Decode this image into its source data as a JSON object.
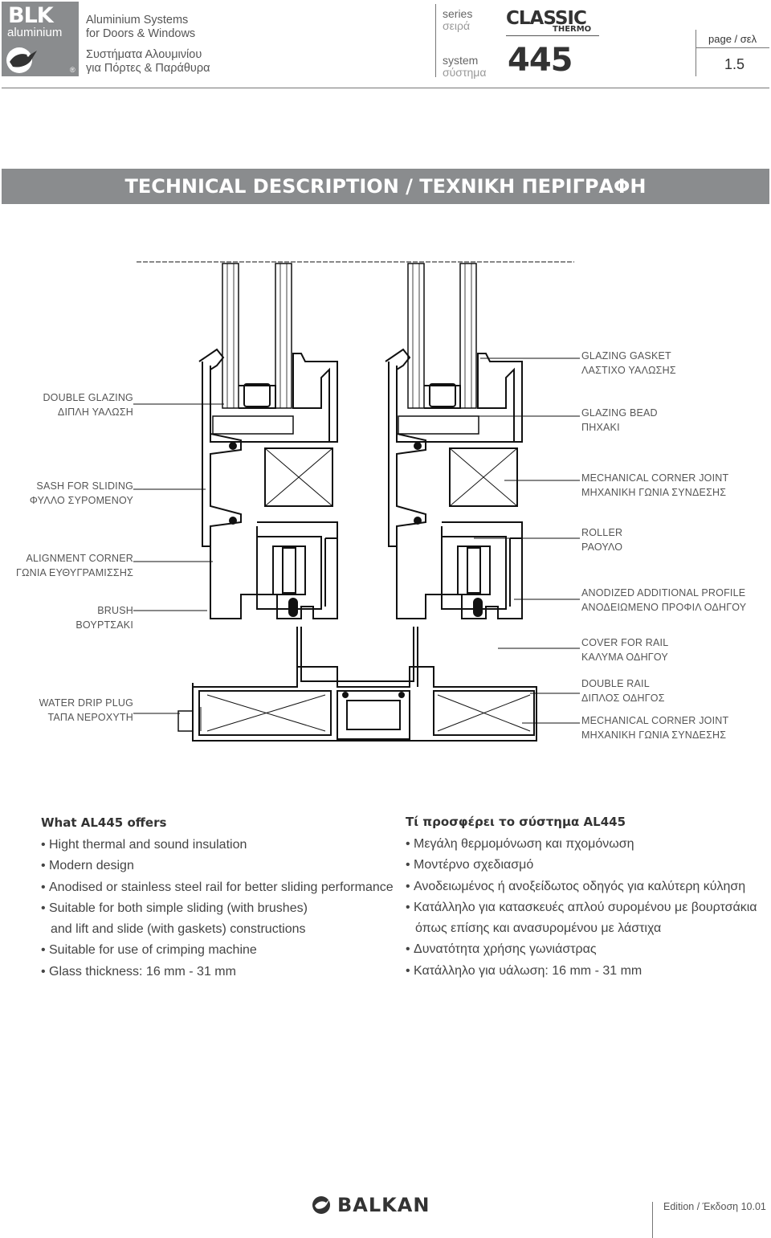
{
  "header": {
    "logo_main": "BLK",
    "logo_sub": "aluminium",
    "logo_reg": "®",
    "company_en_line1": "Aluminium Systems",
    "company_en_line2": "for Doors & Windows",
    "company_gr_line1": "Συστήματα Αλουμινίου",
    "company_gr_line2": "για Πόρτες & Παράθυρα",
    "series_label": "series",
    "series_label_gr": "σειρά",
    "system_label": "system",
    "system_label_gr": "σύστημα",
    "series_name": "CLASSIC",
    "series_sub": "THERMO",
    "system_number": "445",
    "page_label": "page / σελ",
    "page_number": "1.5"
  },
  "title": "TECHNICAL DESCRIPTION / ΤΕΧΝΙΚΗ ΠΕΡΙΓΡΑΦΗ",
  "labels_left": [
    {
      "en": "DOUBLE GLAZING",
      "gr": "ΔΙΠΛΗ ΥΑΛΩΣΗ"
    },
    {
      "en": "SASH FOR SLIDING",
      "gr": "ΦΥΛΛΟ ΣΥΡΟΜΕΝΟΥ"
    },
    {
      "en": "ALIGNMENT CORNER",
      "gr": "ΓΩΝΙΑ ΕΥΘΥΓΡΑΜΙΣΣΗΣ"
    },
    {
      "en": "BRUSH",
      "gr": "ΒΟΥΡΤΣΑΚΙ"
    },
    {
      "en": "WATER DRIP PLUG",
      "gr": "ΤΑΠΑ ΝΕΡΟΧΥΤΗ"
    }
  ],
  "labels_right": [
    {
      "en": "GLAZING GASKET",
      "gr": "ΛΑΣΤΙΧΟ ΥΑΛΩΣΗΣ"
    },
    {
      "en": "GLAZING BEAD",
      "gr": "ΠΗΧΑΚΙ"
    },
    {
      "en": "MECHANICAL CORNER JOINT",
      "gr": "ΜΗΧΑΝΙΚΗ ΓΩΝΙΑ ΣΥΝΔΕΣΗΣ"
    },
    {
      "en": "ROLLER",
      "gr": "ΡΑΟΥΛΟ"
    },
    {
      "en": "ANODIZED ADDITIONAL PROFILE",
      "gr": "ΑΝΟΔΕΙΩΜΕΝΟ ΠΡΟΦΙΛ ΟΔΗΓΟΥ"
    },
    {
      "en": "COVER FOR RAIL",
      "gr": "ΚΑΛΥΜΑ ΟΔΗΓΟΥ"
    },
    {
      "en": "DOUBLE RAIL",
      "gr": "ΔΙΠΛΟΣ ΟΔΗΓΟΣ"
    },
    {
      "en": "MECHANICAL CORNER JOINT",
      "gr": "ΜΗΧΑΝΙΚΗ ΓΩΝΙΑ ΣΥΝΔΕΣΗΣ"
    }
  ],
  "offers_en": {
    "title": "What AL445 offers",
    "items": [
      "Hight thermal and sound insulation",
      "Modern design",
      "Anodised or stainless steel rail for better sliding performance",
      "Suitable for both simple sliding (with brushes)",
      "and lift and slide (with gaskets) constructions",
      "Suitable for use of crimping machine",
      "Glass thickness: 16 mm - 31 mm"
    ]
  },
  "offers_gr": {
    "title": "Τί προσφέρει το σύστημα AL445",
    "items": [
      "Μεγάλη θερμομόνωση και πχομόνωση",
      "Μοντέρνο σχεδιασμό",
      "Ανοδειωμένος ή ανοξείδωτος οδηγός για καλύτερη κύληση",
      "Κατάλληλο για κατασκευές απλού συρομένου με βουρτσάκια",
      "όπως επίσης και ανασυρομένου με λάστιχα",
      "Δυνατότητα χρήσης γωνιάστρας",
      "Κατάλληλο για υάλωση: 16 mm - 31 mm"
    ]
  },
  "footer": {
    "brand": "BALKAN",
    "edition": "Edition / Έκδοση  10.01"
  },
  "colors": {
    "header_gray": "#8a8c8e",
    "text": "#333333"
  }
}
